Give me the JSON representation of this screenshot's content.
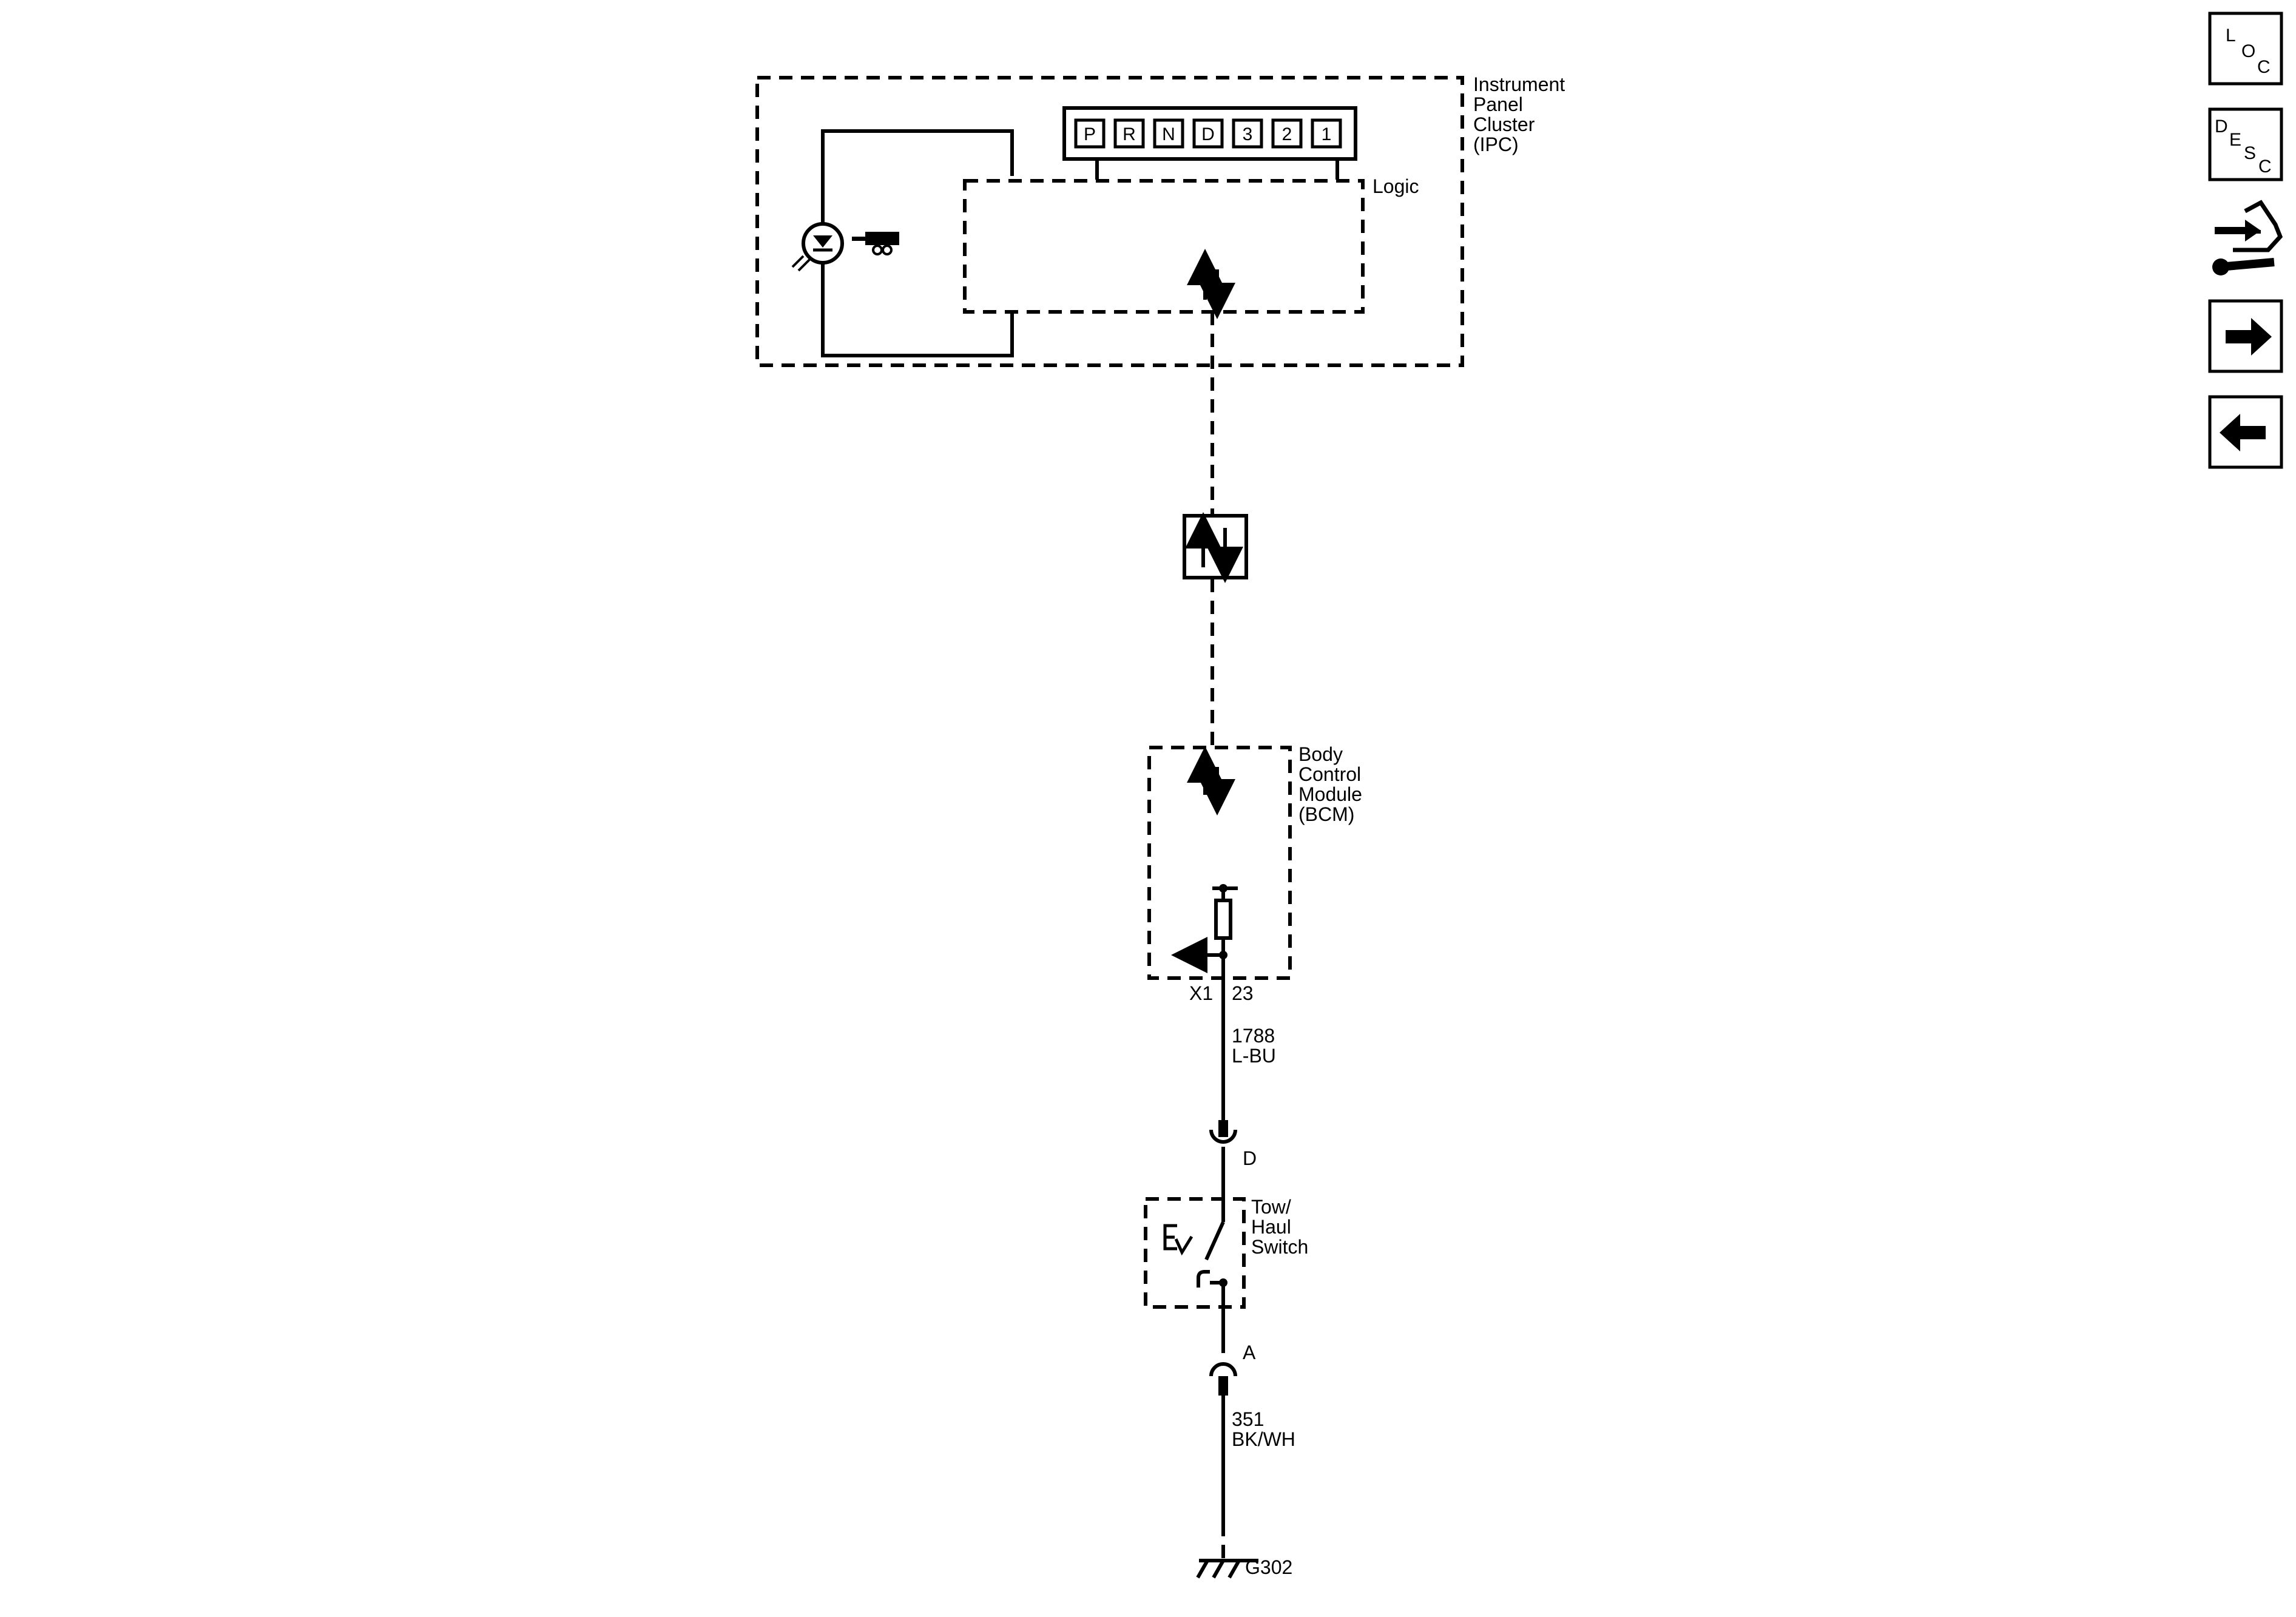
{
  "ipc": {
    "title_lines": [
      "Instrument",
      "Panel",
      "Cluster",
      "(IPC)"
    ],
    "logic_label": "Logic",
    "gear_positions": [
      "P",
      "R",
      "N",
      "D",
      "3",
      "2",
      "1"
    ]
  },
  "bcm": {
    "title_lines": [
      "Body",
      "Control",
      "Module",
      "(BCM)"
    ],
    "connector": "X1",
    "pin": "23"
  },
  "wire_top": {
    "circuit": "1788",
    "color": "L-BU"
  },
  "terminal_d": "D",
  "switch": {
    "title_lines": [
      "Tow/",
      "Haul",
      "Switch"
    ]
  },
  "terminal_a": "A",
  "wire_bottom": {
    "circuit": "351",
    "color": "BK/WH"
  },
  "ground": "G302",
  "toolbar": {
    "loc": [
      "L",
      "O",
      "C"
    ],
    "desc": [
      "D",
      "E",
      "S",
      "C"
    ],
    "items": [
      "loc-button",
      "desc-button",
      "connector-repair-button",
      "next-button",
      "previous-button"
    ]
  }
}
